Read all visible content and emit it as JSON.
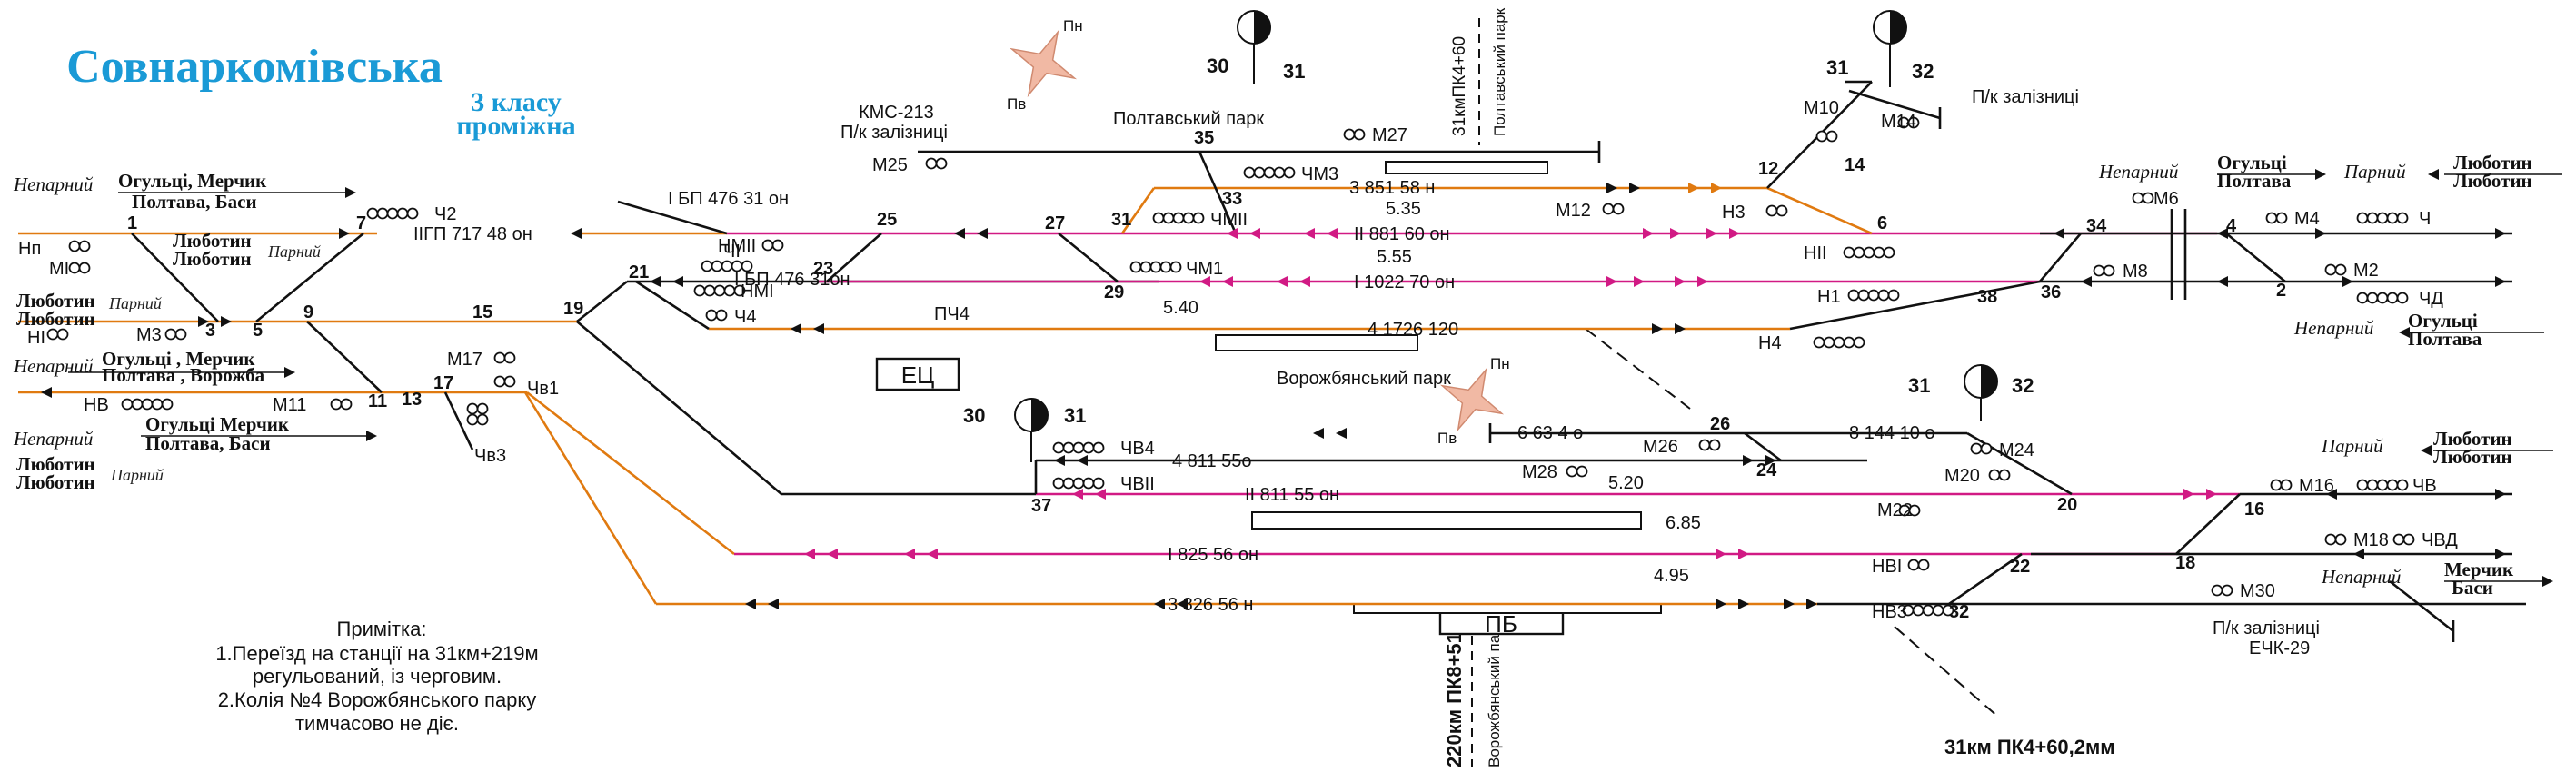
{
  "title": "Совнаркомівська",
  "subtitle_1": "3 класу",
  "subtitle_2": "проміжна",
  "colors": {
    "title": "#1a9ad6",
    "main_track": "#d11a84",
    "siding_track": "#e07a10",
    "track": "#111111"
  },
  "compass_1": {
    "n": "Пн",
    "s": "Пв"
  },
  "compass_2": {
    "n": "Пн",
    "s": "Пв"
  },
  "km_marks": [
    {
      "left": "30",
      "right": "31"
    },
    {
      "left": "31",
      "right": "32"
    },
    {
      "left": "30",
      "right": "31"
    },
    {
      "left": "31",
      "right": "32"
    }
  ],
  "parks": {
    "poltava": "Полтавський парк",
    "vorozhba": "Ворожбянський парк"
  },
  "boundaries": {
    "poltava_km": "31кмПК4+60",
    "poltava_park": "Полтавський парк",
    "vorozhba_km": "220км ПК8+51м",
    "vorozhba_park": "Ворожбянський парк",
    "bottom_km": "31км ПК4+60,2мм"
  },
  "sidings": {
    "kms": "КМС-213",
    "pk_1": "П/к залізниці",
    "pk_2": "П/к залізниці",
    "pk_3": "П/к залізниці",
    "echk": "ЕЧК-29"
  },
  "buildings": {
    "ec": "ЕЦ",
    "pb": "ПБ"
  },
  "directions_left": [
    {
      "label": "Непарний",
      "names_1": "Огульці, Мерчик",
      "names_2": "Полтава, Баси"
    },
    {
      "names_1": "Люботин",
      "names_2": "Люботин",
      "label": "Парний"
    },
    {
      "names_1": "Люботин",
      "names_2": "Люботин",
      "label": "Парний"
    },
    {
      "label": "Непарний",
      "names_1": "Огульці ,  Мерчик",
      "names_2": "Полтава , Ворожба"
    },
    {
      "label": "Непарний",
      "names_1": "Огульці  Мерчик",
      "names_2": "Полтава, Баси"
    },
    {
      "names_1": "Люботин",
      "names_2": "Люботин",
      "label": "Парний"
    }
  ],
  "directions_right": [
    {
      "label": "Непарний",
      "names_1": "Огульці",
      "names_2": "Полтава"
    },
    {
      "label": "Парний",
      "names_1": "Люботин",
      "names_2": "Люботин"
    },
    {
      "label": "Непарний",
      "names_1": "Огульці",
      "names_2": "Полтава"
    },
    {
      "label": "Парний",
      "names_1": "Люботин",
      "names_2": "Люботин"
    },
    {
      "label": "Непарний",
      "names_1": "Мерчик",
      "names_2": "Баси"
    }
  ],
  "tracks": {
    "iigp": "IIГП 717   48 он",
    "ibp": "I БП 476 31 он",
    "ibp_small": "I БП 476 31он",
    "t3": "3 851   58 н",
    "t3_len": "5.35",
    "tII": "II   881   60 он",
    "tII_len": "5.55",
    "tI": "I 1022 70 он",
    "tI_len": "5.40",
    "t4": "4 1726 120",
    "t6": "6   63 4 о",
    "t8": "8   144 10 о",
    "tw4": "4   811   55о",
    "twII": "II 811   55 он",
    "tw_len_1": "5.20",
    "tw_len_2": "6.85",
    "twI": "I 825 56 он",
    "twI_len": "4.95",
    "tw3": "3 826   56 н"
  },
  "signals": {
    "np": "Нп",
    "mi": "МI",
    "ni": "НI",
    "m3": "М3",
    "nv": "НВ",
    "m11": "М11",
    "ch2": "Ч2",
    "chi": "ЧI",
    "nmi": "НМI",
    "nmii": "НМII",
    "ch4": "Ч4",
    "pch4": "ПЧ4",
    "m17": "М17",
    "chv1": "Чв1",
    "chv3": "Чв3",
    "chmii": "ЧМII",
    "chm3": "ЧМ3",
    "chm1": "ЧМ1",
    "m25": "М25",
    "m27": "М27",
    "m12": "М12",
    "n3": "Н3",
    "nii": "НII",
    "n1": "Н1",
    "n4": "Н4",
    "m10": "М10",
    "m14": "М14",
    "m6": "М6",
    "m8": "М8",
    "m4": "М4",
    "m2": "М2",
    "ch": "Ч",
    "chd": "ЧД",
    "chv4": "ЧВ4",
    "chvii": "ЧВII",
    "m26": "М26",
    "m28": "М28",
    "m24": "М24",
    "m20": "М20",
    "m22": "М22",
    "m16": "М16",
    "chv": "ЧВ",
    "m18": "М18",
    "chvd": "ЧВД",
    "nvi": "НВI",
    "nv3": "НВ3",
    "m30": "М30"
  },
  "switch_numbers": [
    "1",
    "3",
    "5",
    "7",
    "9",
    "11",
    "13",
    "15",
    "17",
    "19",
    "21",
    "23",
    "25",
    "27",
    "29",
    "31",
    "33",
    "35",
    "12",
    "14",
    "6",
    "34",
    "4",
    "2",
    "36",
    "38",
    "26",
    "24",
    "20",
    "16",
    "18",
    "22",
    "32",
    "37"
  ],
  "notes": {
    "heading": "Примітка:",
    "line_1": "1.Переїзд на станції на 31км+219м",
    "line_2": "регульований, із черговим.",
    "line_3": "2.Колія №4 Ворожбянського парку",
    "line_4": "тимчасово не діє."
  }
}
